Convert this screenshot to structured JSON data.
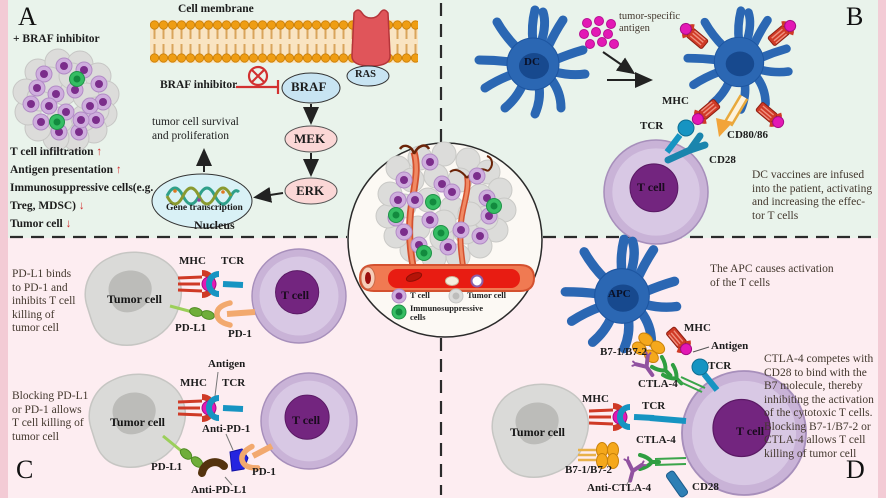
{
  "colors": {
    "frame_bg": "#f3cbd5",
    "top_bg": "#e9f3eb",
    "bottom_bg": "#fdedf1",
    "dc_blue": "#2b67b3",
    "t_cell_purple": "#73257f",
    "tumor_gray": "#dadad8",
    "antigen_magenta": "#e318b5",
    "mhc_red": "#cf3a26",
    "tcr_teal": "#1694c2",
    "pdl1_green": "#6fae3a",
    "pd1_orange": "#f2a96e",
    "anti_pd1_blue": "#2525e0",
    "anti_pdl1_brown": "#54330e",
    "ctla4_green": "#2f9e41",
    "anti_ctla4_purple": "#9152a0",
    "b7_orange": "#f5a81c",
    "cd28_blue": "#2e7fb5",
    "vessel_red": "#ee3b25",
    "inhibit_red": "#d23030",
    "node_blue": "#c8e4f2",
    "node_pink": "#fbd7d6"
  },
  "panel_a": {
    "letter": "A",
    "plus_braf": "+ BRAF inhibitor",
    "cell_membrane": "Cell membrane",
    "braf_inhibitor": "BRAF inhibitor",
    "ras": "RAS",
    "braf": "BRAF",
    "mek": "MEK",
    "erk": "ERK",
    "survival": "tumor cell survival\nand proliferation",
    "gene_transcription": "Gene transcription",
    "nucleus": "Nucleus",
    "effects": [
      {
        "text": "T cell infiltration ",
        "arrow": "↑"
      },
      {
        "text": "Antigen presentation ",
        "arrow": "↑"
      },
      {
        "text": "Immunosuppressive cells(e.g.",
        "arrow": ""
      },
      {
        "text": "Treg, MDSC) ",
        "arrow": "↓"
      },
      {
        "text": "Tumor cell ",
        "arrow": "↓"
      }
    ]
  },
  "panel_b": {
    "letter": "B",
    "dc_label": "DC",
    "antigen_label": "tumor-specific\nantigen",
    "mhc": "MHC",
    "tcr": "TCR",
    "cd8086": "CD80/86",
    "cd28": "CD28",
    "t_cell": "T cell",
    "description": "DC vaccines are infused\ninto the patient, activating\nand increasing the  effec-\ntor T cells"
  },
  "center_legend": {
    "t_cell": "T cell",
    "tumor_cell": "Tumor cell",
    "immunosuppressive": "Immunosuppressive\ncells"
  },
  "panel_c": {
    "letter": "C",
    "row1_text": "PD-L1 binds\nto PD-1 and\ninhibits T cell\nkilling of\ntumor cell",
    "row2_text": "Blocking PD-L1\nor PD-1 allows\nT cell killing of\ntumor cell",
    "tumor_cell_1": "Tumor cell",
    "tumor_cell_2": "Tumor cell",
    "t_cell_1": "T cell",
    "t_cell_2": "T cell",
    "mhc_1": "MHC",
    "tcr_1": "TCR",
    "pdl1_1": "PD-L1",
    "pd1_1": "PD-1",
    "antigen": "Antigen",
    "mhc_2": "MHC",
    "tcr_2": "TCR",
    "pdl1_2": "PD-L1",
    "pd1_2": "PD-1",
    "anti_pd1": "Anti-PD-1",
    "anti_pdl1": "Anti-PD-L1"
  },
  "panel_d": {
    "letter": "D",
    "apc": "APC",
    "apc_text": "The APC causes activation\nof the T cells",
    "description": "CTLA-4 competes with\nCD28 to bind with the\nB7 molecule, thereby\ninhibiting the activation\nof the cytotoxic T cells.\nBlocking B7-1/B7-2 or\nCTLA-4 allows T cell\nkilling of tumor cell",
    "b7_upper": "B7-1/B7-2",
    "b7_lower": "B7-1/B7-2",
    "mhc_upper": "MHC",
    "mhc_lower": "MHC",
    "tcr_upper": "TCR",
    "tcr_lower": "TCR",
    "ctla4_upper": "CTLA-4",
    "ctla4_lower": "CTLA-4",
    "antigen": "Antigen",
    "anti_ctla4": "Anti-CTLA-4",
    "cd28": "CD28",
    "t_cell": "T cell",
    "tumor_cell": "Tumor cell"
  }
}
